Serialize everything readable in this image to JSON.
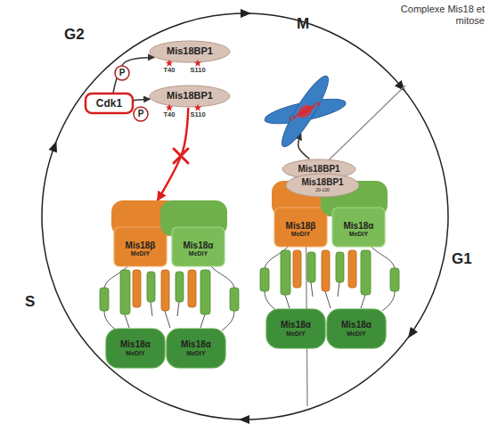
{
  "diagram": {
    "title": "Complexe Mis18 et mitose",
    "nodes": [
      {
        "text": [
          "Mis18BP1"
        ]
      },
      {
        "text": [
          "Mis18BP1"
        ]
      },
      {
        "text": [
          "Cdk1"
        ]
      },
      {
        "text": [
          "P"
        ]
      },
      {
        "text": [
          "P"
        ]
      },
      {
        "text": [
          "Mis18β",
          "MeDiY"
        ]
      },
      {
        "text": [
          "Mis18α",
          "MeDiY"
        ]
      },
      {
        "text": [
          "Mis18α",
          "MeDiY"
        ]
      },
      {
        "text": [
          "Mis18α",
          "MeDiY"
        ]
      },
      {
        "text": [
          "Centromere"
        ]
      },
      {
        "text": [
          "Mis18BP1"
        ]
      },
      {
        "text": [
          "Mis18BP1",
          "20-130"
        ]
      },
      {
        "text": [
          "Mis18β",
          "MeDiY"
        ]
      },
      {
        "text": [
          "Mis18α",
          "MeDiY"
        ]
      },
      {
        "text": [
          "Mis18α",
          "MeDiY"
        ]
      },
      {
        "text": [
          "Mis18α",
          "MeDiY"
        ]
      }
    ],
    "edges": [
      {
        "from": 2,
        "to": 0,
        "arrow": "to"
      },
      {
        "from": 2,
        "to": 1,
        "arrow": "to"
      },
      {
        "from": 1,
        "to": 5,
        "arrow": "to"
      },
      {
        "from": 10,
        "to": 9,
        "arrow": "to"
      }
    ],
    "labels": [
      "G2",
      "M",
      "G1",
      "S",
      "T40",
      "S110",
      "T40",
      "S110"
    ]
  }
}
